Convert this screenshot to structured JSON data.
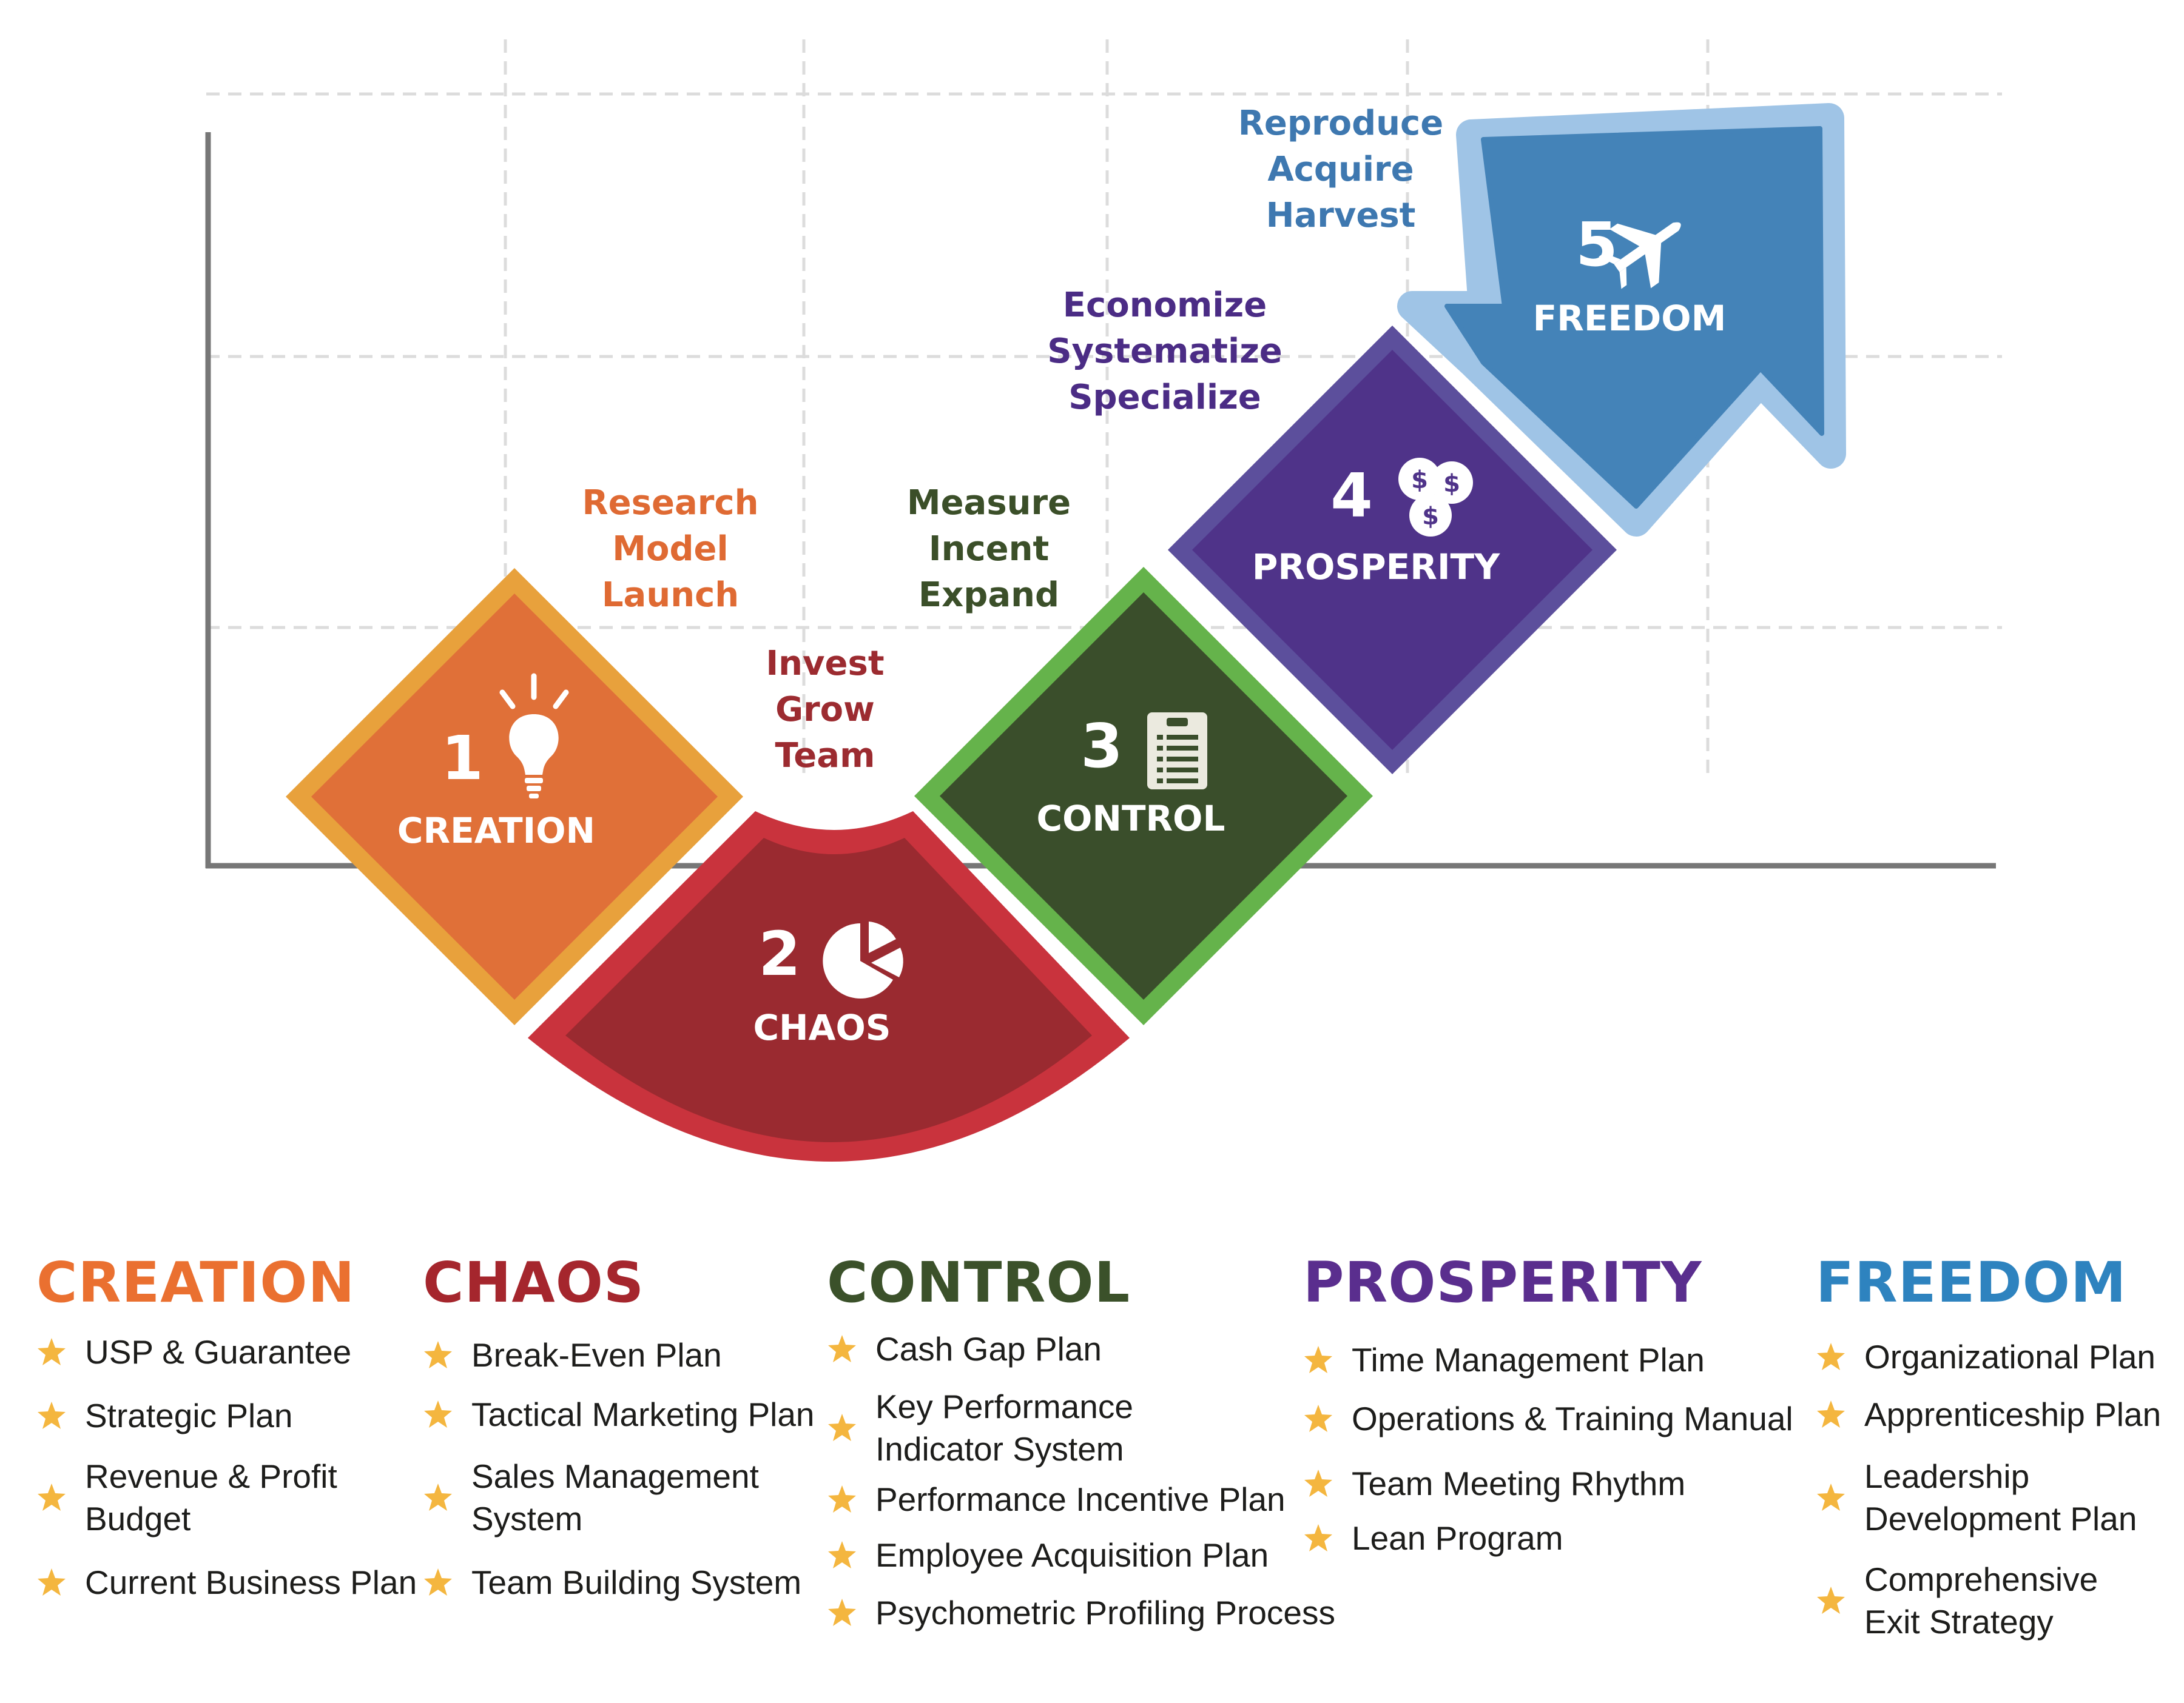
{
  "stages": [
    {
      "number": "1",
      "label": "CREATION",
      "icon": "lightbulb-icon",
      "color": "#e07038",
      "border": "#e8a13c",
      "actions": [
        "Research",
        "Model",
        "Launch"
      ],
      "action_color": "#df6a33"
    },
    {
      "number": "2",
      "label": "CHAOS",
      "icon": "pie-chart-icon",
      "color": "#9a2a30",
      "border": "#c9333d",
      "actions": [
        "Invest",
        "Grow",
        "Team"
      ],
      "action_color": "#9c2b30"
    },
    {
      "number": "3",
      "label": "CONTROL",
      "icon": "checklist-icon",
      "color": "#3a4e2b",
      "border": "#65b34b",
      "actions": [
        "Measure",
        "Incent",
        "Expand"
      ],
      "action_color": "#3b4f29"
    },
    {
      "number": "4",
      "label": "PROSPERITY",
      "icon": "coins-icon",
      "color": "#4f3389",
      "border": "#5c4f9c",
      "actions": [
        "Economize",
        "Systematize",
        "Specialize"
      ],
      "action_color": "#4b2c85"
    },
    {
      "number": "5",
      "label": "FREEDOM",
      "icon": "airplane-icon",
      "color": "#4483b8",
      "border": "#9fc4e6",
      "actions": [
        "Reproduce",
        "Acquire",
        "Harvest"
      ],
      "action_color": "#3e78b0"
    }
  ],
  "lists": [
    {
      "title": "CREATION",
      "color": "#ea7030",
      "items": [
        [
          "USP & Guarantee"
        ],
        [
          "Strategic Plan"
        ],
        [
          "Revenue & Profit",
          "Budget"
        ],
        [
          "Current Business Plan"
        ]
      ]
    },
    {
      "title": "CHAOS",
      "color": "#a5262d",
      "items": [
        [
          "Break-Even Plan"
        ],
        [
          "Tactical Marketing Plan"
        ],
        [
          "Sales Management",
          "System"
        ],
        [
          "Team Building System"
        ]
      ]
    },
    {
      "title": "CONTROL",
      "color": "#3b512a",
      "items": [
        [
          "Cash Gap Plan"
        ],
        [
          "Key Performance",
          "Indicator System"
        ],
        [
          "Performance Incentive Plan"
        ],
        [
          "Employee Acquisition Plan"
        ],
        [
          "Psychometric Profiling Process"
        ]
      ]
    },
    {
      "title": "PROSPERITY",
      "color": "#5a2e8e",
      "items": [
        [
          "Time Management Plan"
        ],
        [
          "Operations & Training Manual"
        ],
        [
          "Team Meeting Rhythm"
        ],
        [
          "Lean Program"
        ]
      ]
    },
    {
      "title": "FREEDOM",
      "color": "#2e83bf",
      "items": [
        [
          "Organizational Plan"
        ],
        [
          "Apprenticeship Plan"
        ],
        [
          "Leadership",
          "Development Plan"
        ],
        [
          "Comprehensive",
          "Exit Strategy"
        ]
      ]
    }
  ],
  "star_color": "#f4b63f"
}
